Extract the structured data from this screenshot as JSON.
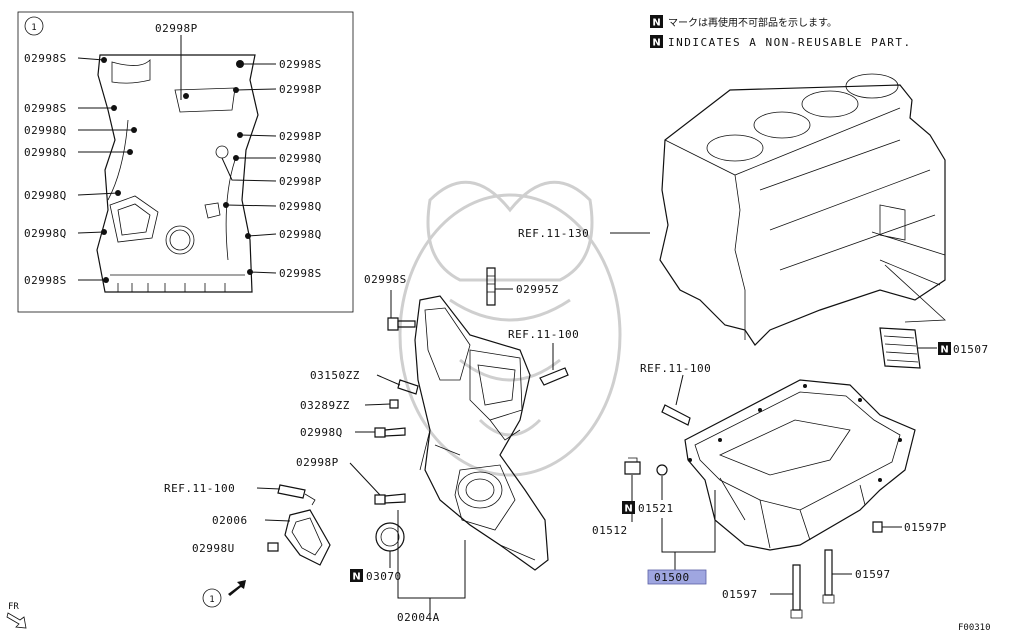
{
  "notes": {
    "badge": "N",
    "japanese": "マークは再使用不可部品を示します。",
    "english": "INDICATES A NON-REUSABLE PART."
  },
  "callout": "1",
  "direction": "FR",
  "figure_code": "F00310",
  "inset": {
    "top_label": "02998P",
    "left_labels": [
      "02998S",
      "02998S",
      "02998Q",
      "02998Q",
      "02998Q",
      "02998Q",
      "02998S"
    ],
    "right_labels": [
      "02998S",
      "02998P",
      "02998P",
      "02998Q",
      "02998P",
      "02998Q",
      "02998Q",
      "02998S"
    ]
  },
  "labels": {
    "bolt_top": "02998S",
    "stud": "02995Z",
    "ref_cover": "REF.11-100",
    "plate": "03150ZZ",
    "bolt_a": "03289ZZ",
    "bolt_b": "02998Q",
    "bolt_c": "02998P",
    "ref_left": "REF.11-100",
    "bracket": "02006",
    "bolt_u": "02998U",
    "seal": "03070",
    "cover_assy": "02004A",
    "ref_block": "REF.11-130",
    "ref_pan": "REF.11-100",
    "baffle": "01507",
    "pan_assy": "01500",
    "drain_plug": "01512",
    "gasket": "01521",
    "pan_bolt_p": "01597P",
    "pan_bolt_a": "01597",
    "pan_bolt_b": "01597"
  }
}
